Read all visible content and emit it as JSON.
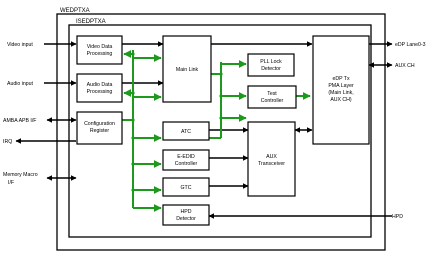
{
  "wrappers": {
    "outer": "WEDPTXA",
    "inner": "ISEDPTXA"
  },
  "ports": {
    "video_input": "Video input",
    "audio_input": "Audio input",
    "amba_apb": "AMBA APB I/F",
    "irq": "IRQ",
    "memory_macro_line1": "Memory Macro",
    "memory_macro_line2": "I/F",
    "edp_lane": "eDP Lane0-3",
    "aux_ch": "AUX CH",
    "hpd": "HPD"
  },
  "blocks": {
    "video_dp": [
      "Video Data",
      "Processing"
    ],
    "audio_dp": [
      "Audio Data",
      "Processing"
    ],
    "config": [
      "Configuration",
      "Register"
    ],
    "main_link": [
      "Main Link"
    ],
    "atc": [
      "ATC"
    ],
    "eedid": [
      "E-EDID",
      "Controller"
    ],
    "gtc": [
      "GTC"
    ],
    "hpd_det": [
      "HPD",
      "Detector"
    ],
    "pll": [
      "PLL Lock",
      "Detector"
    ],
    "test": [
      "Test",
      "Controller"
    ],
    "aux": [
      "AUX",
      "Transceiver"
    ],
    "edp_phy": [
      "eDP Tx",
      "PMA Layer",
      "(Main Link,",
      "AUX CH)"
    ]
  },
  "colors": {
    "bus": "#1d9a1d",
    "line": "#000000",
    "box_fill": "#ffffff"
  }
}
